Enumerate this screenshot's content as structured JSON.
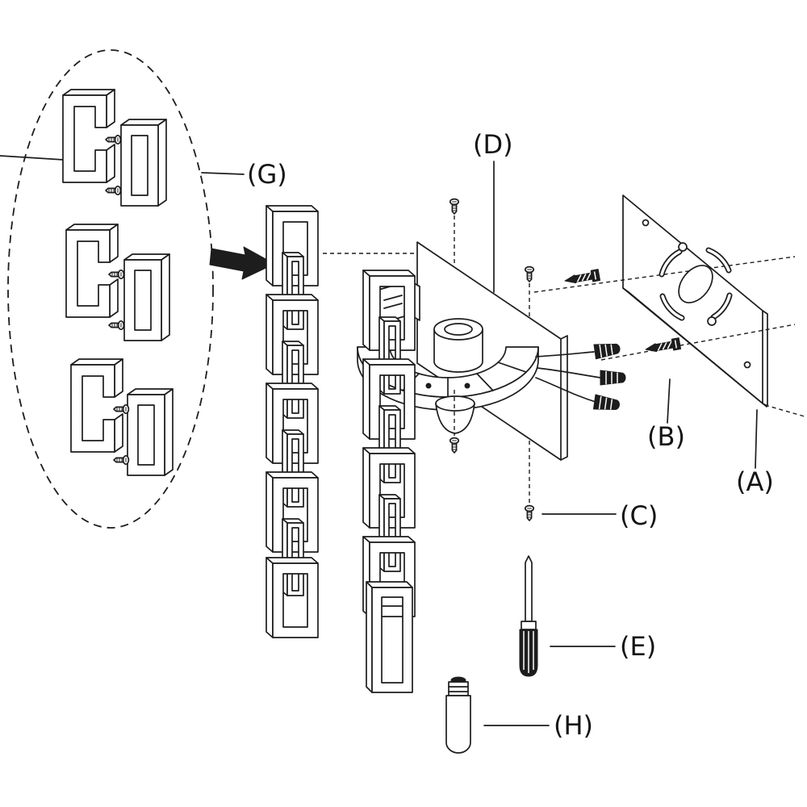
{
  "diagram": {
    "type": "exploded-assembly-diagram",
    "subject": "wall light fixture with decorative rectangular chain",
    "background_color": "#ffffff",
    "line_color": "#1d1d1d",
    "callouts": [
      {
        "id": "G",
        "label": "(G)",
        "part": "chain-link-and-screws-detail"
      },
      {
        "id": "D",
        "label": "(D)",
        "part": "wall-bracket-back-plate"
      },
      {
        "id": "B",
        "label": "(B)",
        "part": "mounting-screws"
      },
      {
        "id": "A",
        "label": "(A)",
        "part": "mounting-plate"
      },
      {
        "id": "C",
        "label": "(C)",
        "part": "small-screw"
      },
      {
        "id": "E",
        "label": "(E)",
        "part": "screwdriver"
      },
      {
        "id": "H",
        "label": "(H)",
        "part": "light-bulb"
      }
    ]
  }
}
